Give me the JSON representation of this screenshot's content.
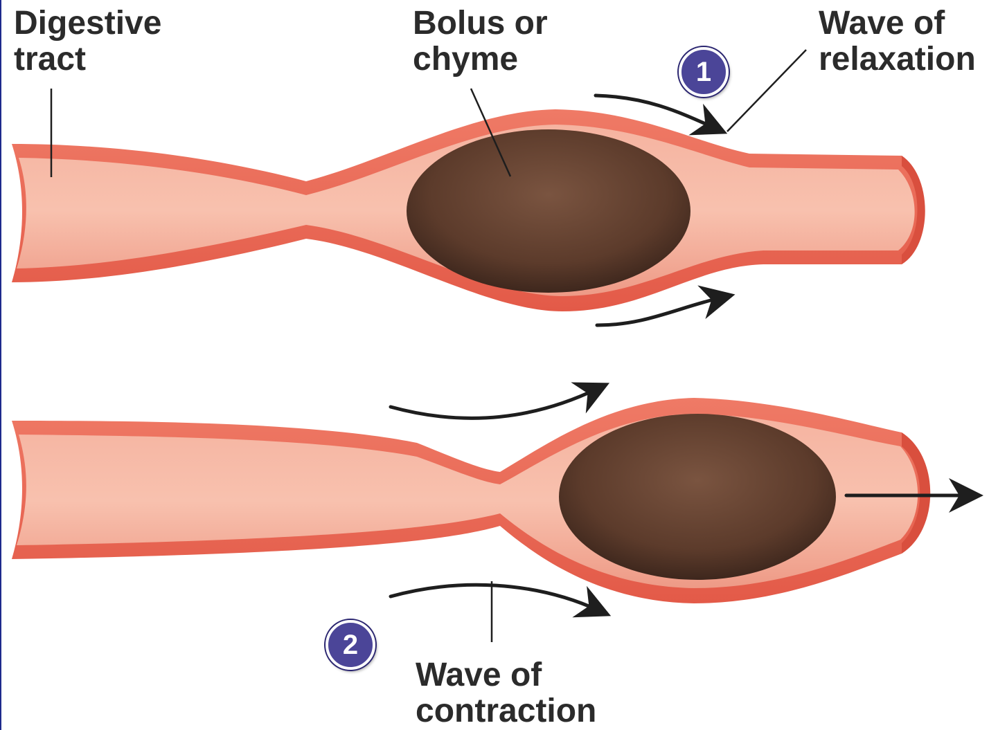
{
  "labels": {
    "digestive_tract": [
      "Digestive",
      "tract"
    ],
    "bolus": [
      "Bolus or",
      "chyme"
    ],
    "relaxation": [
      "Wave of",
      "relaxation"
    ],
    "contraction": [
      "Wave of",
      "contraction"
    ]
  },
  "steps": {
    "step1": "1",
    "step2": "2"
  },
  "colors": {
    "wall": "#e8604f",
    "lumen": "#f3a08c",
    "bolus": "#5a3a2c",
    "badge": "#4b4598",
    "arrow": "#1e1e1e"
  }
}
